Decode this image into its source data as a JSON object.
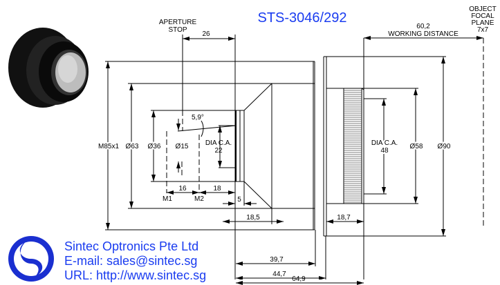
{
  "title": "STS-3046/292",
  "labels": {
    "aperture_stop": [
      "APERTURE",
      "STOP"
    ],
    "object_focal_plane": [
      "OBJECT",
      "FOCAL",
      "PLANE",
      "7x7"
    ],
    "working_distance_value": "60,2",
    "working_distance_label": "WORKING DISTANCE",
    "dia_ca_small": [
      "DIA C.A.",
      "22"
    ],
    "dia_ca_large": [
      "DIA C.A.",
      "48"
    ],
    "angle": "5,9°",
    "m1": "M1",
    "m2": "M2"
  },
  "dimensions": {
    "thread": "M85x1",
    "d63": "Ø63",
    "d36": "Ø36",
    "d15": "Ø15",
    "d58": "Ø58",
    "d90": "Ø90",
    "stop_to_front": "26",
    "m1_m2": "16",
    "m2_front": "18",
    "flange": "5",
    "cone": "18,5",
    "front_ring": "18,7",
    "d39_7": "39,7",
    "d44_7": "44,7",
    "d64_9": "64,9"
  },
  "company": {
    "name": "Sintec Optronics Pte Ltd",
    "email": "E-mail: sales@sintec.sg",
    "url": "URL: http://www.sintec.sg"
  },
  "colors": {
    "brand": "#1a3cf0",
    "line": "#000000"
  }
}
